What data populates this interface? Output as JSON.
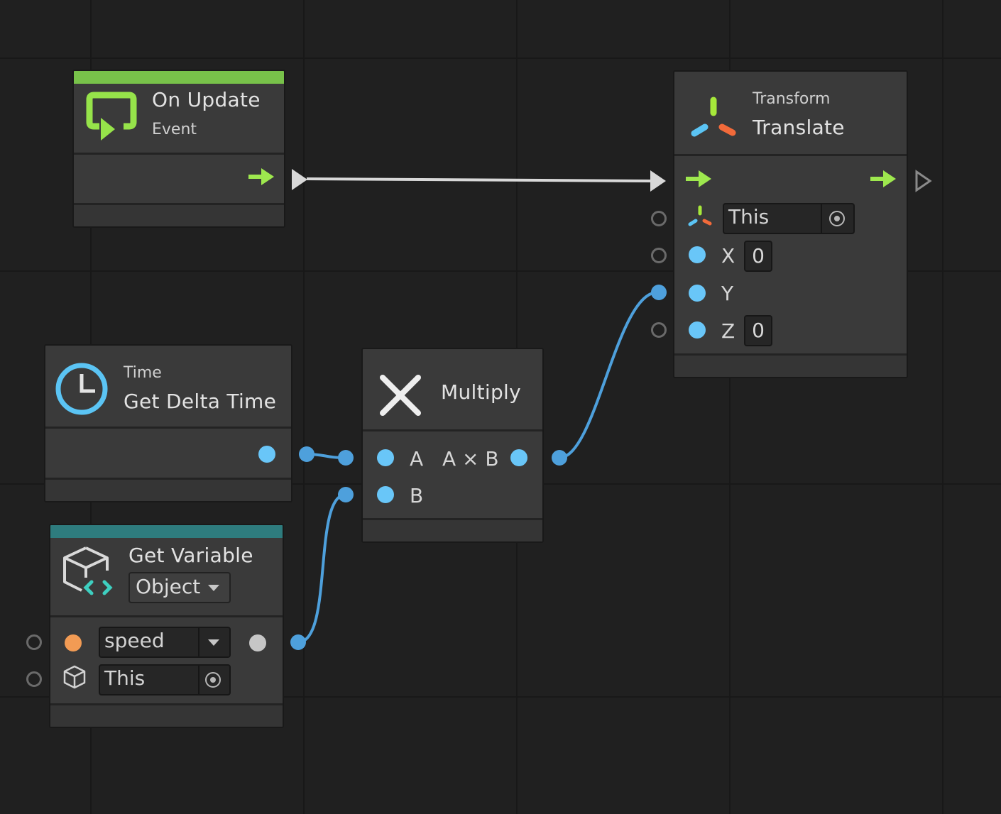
{
  "colors": {
    "canvas": "#202020",
    "node_body": "#3a3a3a",
    "flow_arrow": "#9ee84e",
    "value_port": "#69c6f8",
    "wire": "#4ea0dc",
    "event_strip": "#78c24a",
    "variable_strip": "#2e7c7e"
  },
  "nodes": {
    "on_update": {
      "title": "On Update",
      "subtitle": "Event",
      "icon": "loop-arrow-icon"
    },
    "translate": {
      "category": "Transform",
      "title": "Translate",
      "icon": "transform-axes-icon",
      "target_value": "This",
      "ports": {
        "x_label": "X",
        "x_value": "0",
        "y_label": "Y",
        "z_label": "Z",
        "z_value": "0"
      }
    },
    "delta_time": {
      "category": "Time",
      "title": "Get Delta Time",
      "icon": "clock-icon"
    },
    "multiply": {
      "title": "Multiply",
      "icon": "x-cross-icon",
      "in_a": "A",
      "in_b": "B",
      "output": "A × B"
    },
    "get_variable": {
      "title": "Get Variable",
      "kind": "Object",
      "icon": "cube-variable-icon",
      "name_value": "speed",
      "target_value": "This"
    }
  }
}
